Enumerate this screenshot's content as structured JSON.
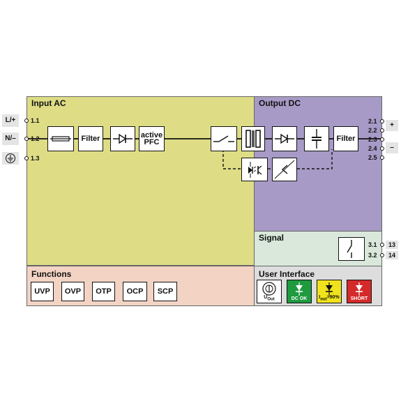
{
  "panels": {
    "input_ac": "Input AC",
    "output_dc": "Output DC",
    "signal": "Signal",
    "functions": "Functions",
    "user_interface": "User Interface"
  },
  "input_terminals": {
    "line": "L/+",
    "neutral": "N/–",
    "t1": "1.1",
    "t2": "1.2",
    "t3": "1.3"
  },
  "blocks": {
    "filter_in": "Filter",
    "active_pfc_1": "active",
    "active_pfc_2": "PFC",
    "filter_out": "Filter"
  },
  "output_terminals": {
    "t1": "2.1",
    "t2": "2.2",
    "t3": "2.3",
    "t4": "2.4",
    "t5": "2.5",
    "plus": "+",
    "minus": "–"
  },
  "signal_terminals": {
    "t1": "3.1",
    "t2": "3.2",
    "n1": "13",
    "n2": "14"
  },
  "functions": [
    "UVP",
    "OVP",
    "OTP",
    "OCP",
    "SCP"
  ],
  "ui": {
    "uout_main": "U",
    "uout_sub": "Out",
    "dc_ok": "DC OK",
    "iout_main": "I",
    "iout_sub": "out",
    "iout_rest": ">90%",
    "short": "SHORT"
  },
  "colors": {
    "input_ac": "#dedd86",
    "output_dc": "#a79ac6",
    "signal": "#d9e8da",
    "functions": "#f2d3c4",
    "user_interface": "#dddddd",
    "dc_ok": "#1e9a3f",
    "iout": "#f0e21c",
    "short": "#d42a2a"
  },
  "icons": [
    "fuse-icon",
    "diode-icon",
    "switch-icon",
    "transformer-icon",
    "capacitor-icon",
    "optocoupler-icon",
    "control-icon",
    "relay-contact-icon",
    "ground-icon",
    "potentiometer-icon",
    "led-icon"
  ]
}
